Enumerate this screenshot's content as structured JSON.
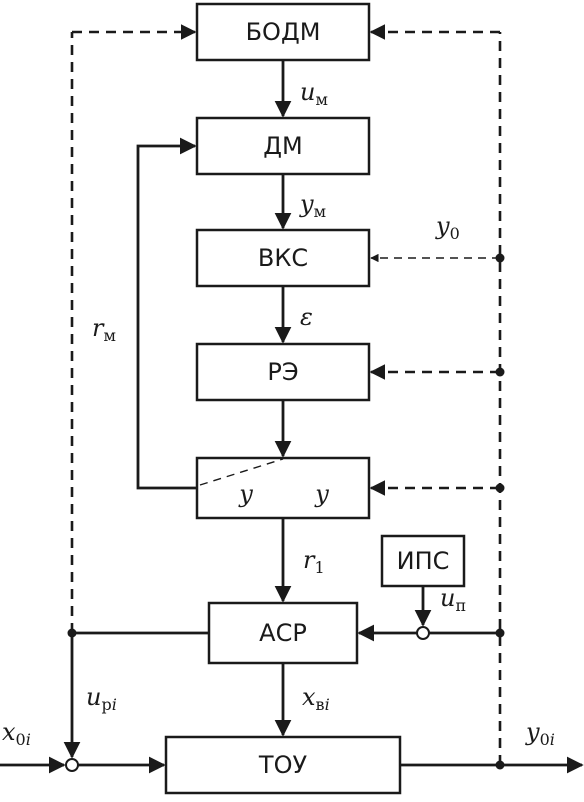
{
  "blocks": {
    "bodm": "БОДМ",
    "dm": "ДМ",
    "vks": "ВКС",
    "re": "РЭ",
    "u_left": "y",
    "u_right": "y",
    "ips": "ИПС",
    "asr": "АСР",
    "tou": "ТОУ"
  },
  "signals": {
    "u_m": {
      "main": "u",
      "sub": "м"
    },
    "y_m": {
      "main": "y",
      "sub": "м"
    },
    "y_0": {
      "main": "y",
      "sub": "0"
    },
    "epsilon": {
      "main": "ε"
    },
    "r_m": {
      "main": "r",
      "sub": "м"
    },
    "r_1": {
      "main": "r",
      "sub": "1"
    },
    "u_p": {
      "main": "u",
      "sub": "п"
    },
    "u_pi": {
      "main": "u",
      "sub": "р",
      "sub_i": "i"
    },
    "x_vi": {
      "main": "x",
      "sub": "в",
      "sub_i": "i"
    },
    "x_0i": {
      "main": "x",
      "sub": "0",
      "sub_i": "i"
    },
    "y_0i": {
      "main": "y",
      "sub": "0",
      "sub_i": "i"
    }
  }
}
